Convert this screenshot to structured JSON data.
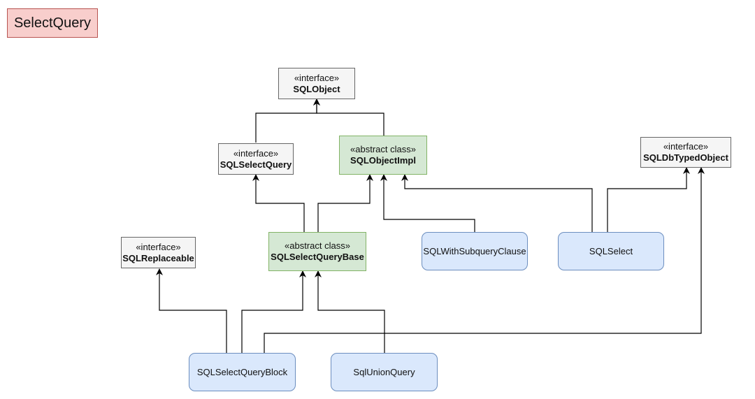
{
  "title": "SelectQuery",
  "nodes": {
    "sql_object": {
      "stereotype": "«interface»",
      "name": "SQLObject"
    },
    "sql_select_query": {
      "stereotype": "«interface»",
      "name": "SQLSelectQuery"
    },
    "sql_object_impl": {
      "stereotype": "«abstract class»",
      "name": "SQLObjectImpl"
    },
    "sql_db_typed_object": {
      "stereotype": "«interface»",
      "name": "SQLDbTypedObject"
    },
    "sql_replaceable": {
      "stereotype": "«interface»",
      "name": "SQLReplaceable"
    },
    "sql_select_query_base": {
      "stereotype": "«abstract class»",
      "name": "SQLSelectQueryBase"
    },
    "sql_with_subquery_clause": {
      "name": "SQLWithSubqueryClause"
    },
    "sql_select": {
      "name": "SQLSelect"
    },
    "sql_select_query_block": {
      "name": "SQLSelectQueryBlock"
    },
    "sql_union_query": {
      "name": "SqlUnionQuery"
    }
  },
  "colors": {
    "interface_fill": "#f5f5f5",
    "abstract_fill": "#d5e8d4",
    "class_fill": "#dae8fc",
    "title_fill": "#f8cecc",
    "edge": "#000000"
  }
}
